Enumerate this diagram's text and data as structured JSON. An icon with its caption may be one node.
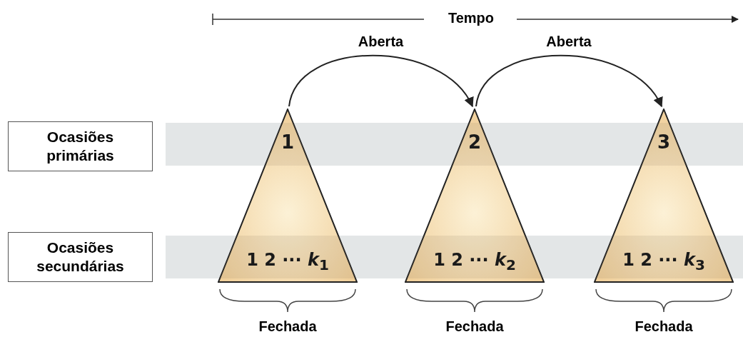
{
  "diagram": {
    "nodes": [
      {
        "text": [
          "Ocasiões primárias"
        ]
      },
      {
        "text": [
          "Ocasiões secundárias"
        ]
      },
      {
        "text": [
          "1",
          "1 2 ··· *k*$_{1}$"
        ],
        "beside": [
          "Fechada"
        ]
      },
      {
        "text": [
          "2",
          "1 2 ··· *k*$_{2}$"
        ],
        "beside": [
          "Fechada"
        ]
      },
      {
        "text": [
          "3",
          "1 2 ··· *k*$_{3}$"
        ],
        "beside": [
          "Fechada"
        ]
      }
    ],
    "edges": [
      {
        "from": 2,
        "to": 3,
        "arrow": "to",
        "label": "Aberta"
      },
      {
        "from": 3,
        "to": 4,
        "arrow": "to",
        "label": "Aberta"
      }
    ],
    "labels": [
      "Tempo"
    ]
  }
}
